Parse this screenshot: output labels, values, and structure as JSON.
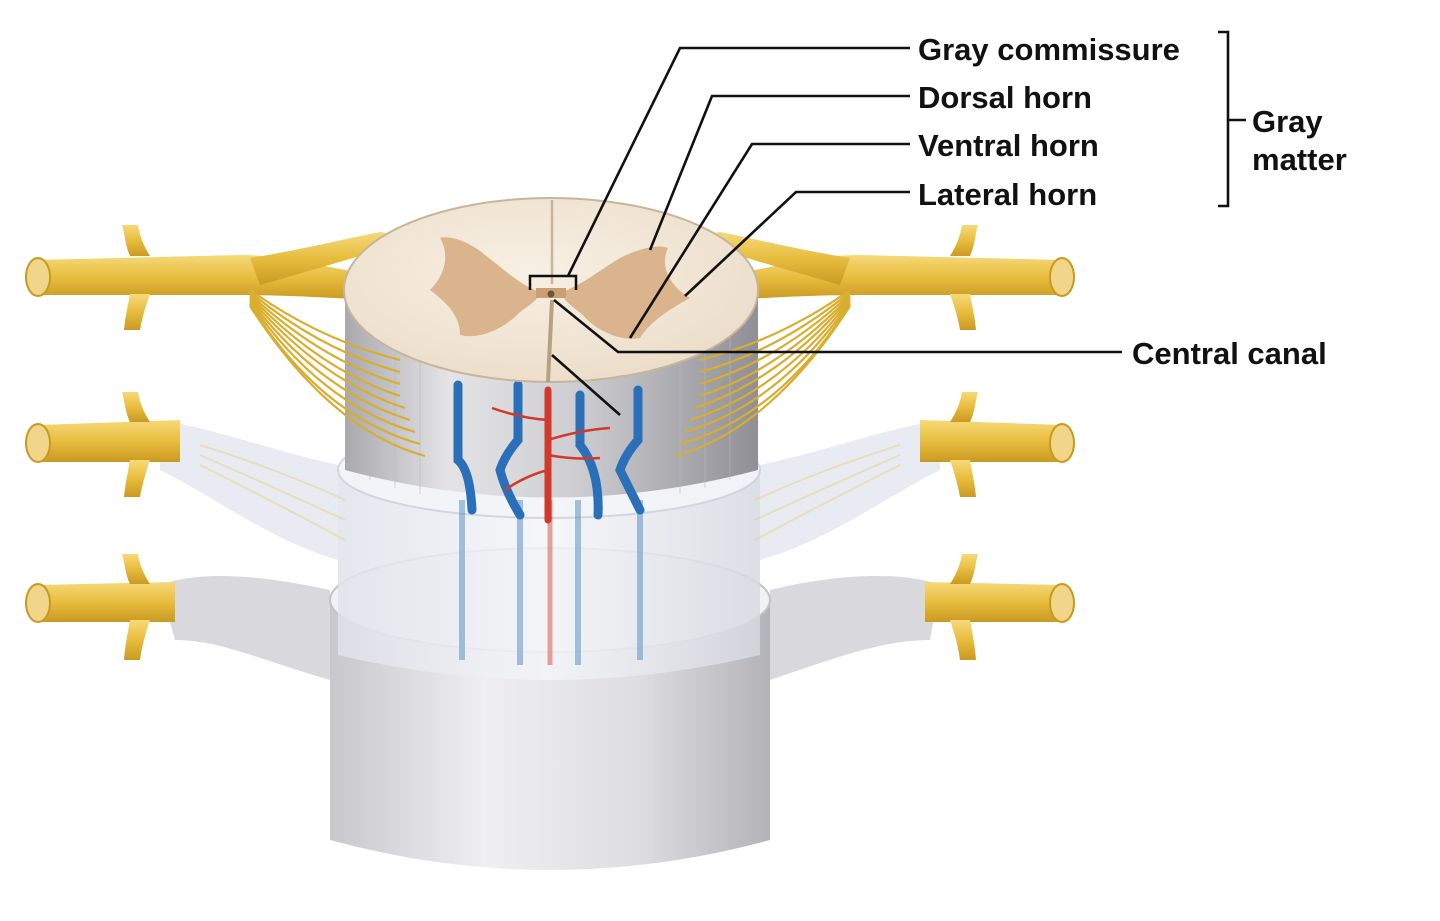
{
  "figure": {
    "labels": {
      "gray_commissure": "Gray commissure",
      "dorsal_horn": "Dorsal horn",
      "ventral_horn": "Ventral horn",
      "lateral_horn": "Lateral horn",
      "gray_matter_line1": "Gray",
      "gray_matter_line2": "matter",
      "central_canal": "Central canal"
    },
    "colors": {
      "nerve": "#e9c24a",
      "nerve_dark": "#c89a1e",
      "white_matter": "#f3e8d8",
      "gray_matter": "#d8b188",
      "pia_shaft": "#c9c9cc",
      "meninges": "#dcdce0",
      "vein": "#2a6fb8",
      "artery": "#d0392b",
      "label_text": "#111111"
    }
  }
}
